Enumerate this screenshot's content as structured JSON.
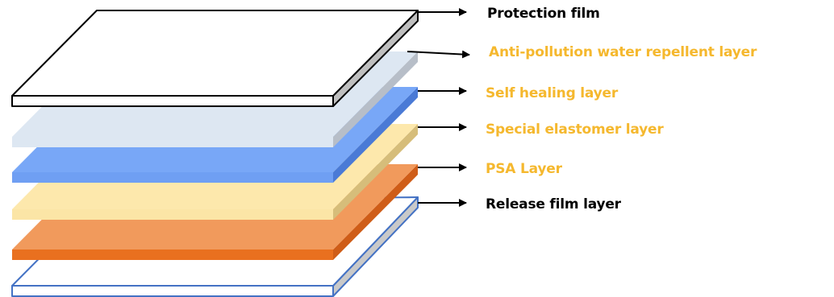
{
  "colors": {
    "black_label": "#000000",
    "yellow_label": "#f5b82e",
    "arrow": "#000000"
  },
  "layers": [
    {
      "id": "protection-film",
      "label": "Protection film",
      "label_color": "#000000",
      "top_fill": "#ffffff",
      "top_stroke": "#000000",
      "side_fill": "#bfbfbf",
      "front_fill": "#ffffff"
    },
    {
      "id": "anti-pollution",
      "label": "Anti-pollution water repellent layer",
      "label_color": "#f5b82e",
      "top_fill": "#dde7f2",
      "top_stroke": "none",
      "side_fill": "#b7bec8",
      "front_fill": "#dde7f2"
    },
    {
      "id": "self-healing",
      "label": "Self healing  layer",
      "label_color": "#f5b82e",
      "top_fill": "#78a7f7",
      "top_stroke": "none",
      "side_fill": "#4a7ad6",
      "front_fill": "#6f9ff3"
    },
    {
      "id": "special-elastomer",
      "label": "Special elastomer layer",
      "label_color": "#f5b82e",
      "top_fill": "#fde8ac",
      "top_stroke": "none",
      "side_fill": "#d6bd7a",
      "front_fill": "#fbe5a6"
    },
    {
      "id": "psa",
      "label": "PSA Layer",
      "label_color": "#f5b82e",
      "top_fill": "#f19a5c",
      "top_stroke": "none",
      "side_fill": "#cf5d18",
      "front_fill": "#e9701f"
    },
    {
      "id": "release-film",
      "label": "Release film layer",
      "label_color": "#000000",
      "top_fill": "#ffffff",
      "top_stroke": "#4472c4",
      "side_fill": "#c9c9c9",
      "front_fill": "#ffffff"
    }
  ]
}
